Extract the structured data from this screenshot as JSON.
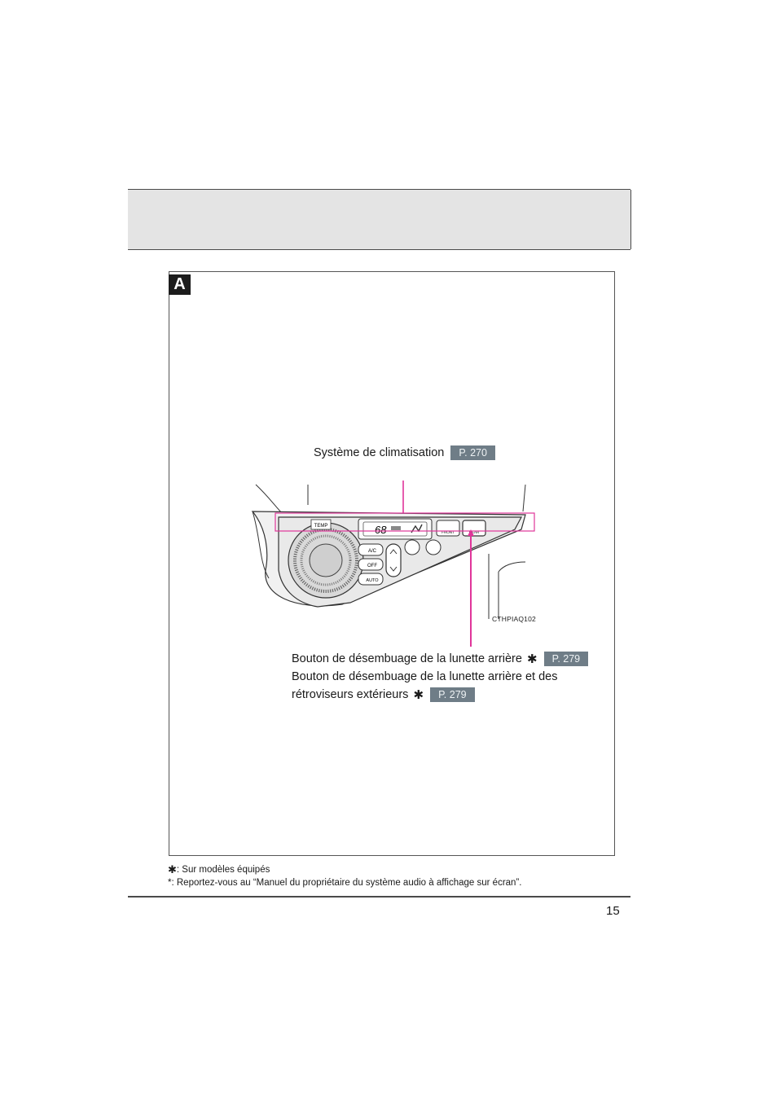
{
  "page": {
    "section_letter": "A",
    "page_number": "15"
  },
  "callouts": {
    "climate": {
      "label": "Système de climatisation",
      "ref": "P. 270"
    },
    "rear_defogger": {
      "label": "Bouton de désembuage de la lunette arrière",
      "star": "✱",
      "ref": "P. 279"
    },
    "rear_defogger_mirrors": {
      "line1": "Bouton de désembuage de la lunette arrière et des",
      "line2": "rétroviseurs extérieurs",
      "star": "✱",
      "ref": "P. 279"
    }
  },
  "illustration": {
    "code": "CTHPIAQ102",
    "panel_labels": {
      "temp": "TEMP",
      "display": "68",
      "ac": "A/C",
      "off": "OFF",
      "auto": "AUTO",
      "front": "FRONT",
      "rear": "REAR"
    }
  },
  "footnotes": {
    "equipped_star": "✱",
    "equipped": ": Sur modèles équipés",
    "audio": "*: Reportez-vous au “Manuel du propriétaire du système audio à affichage sur écran”."
  },
  "colors": {
    "leader_line": "#e0359a",
    "page_ref_badge": "#6f7d87",
    "header_band": "#e4e4e4"
  }
}
